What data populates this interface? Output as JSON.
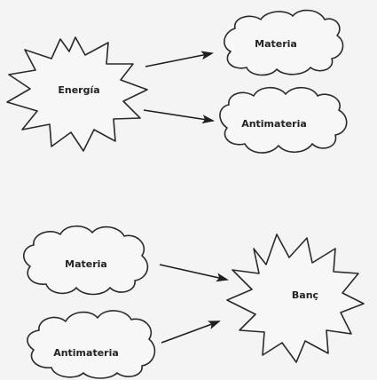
{
  "diagram1": {
    "source": "Energía",
    "targets": [
      "Materia",
      "Antimateria"
    ]
  },
  "diagram2": {
    "sources": [
      "Materia",
      "Antimateria"
    ],
    "target": "Banç"
  },
  "colors": {
    "ink": "#1e1e1e",
    "paper": "#f4f4f4"
  }
}
